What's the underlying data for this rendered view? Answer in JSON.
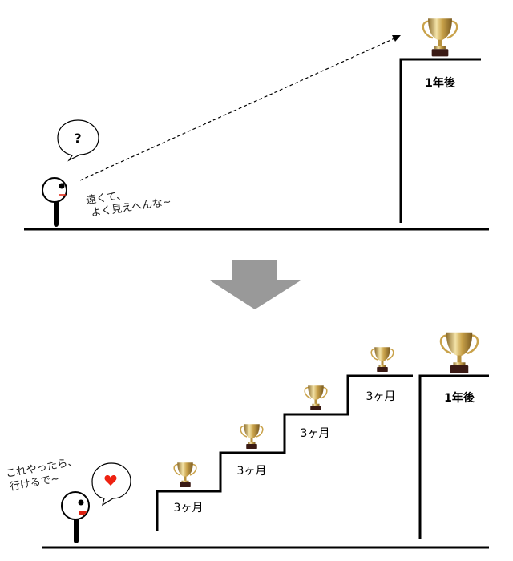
{
  "top_scene": {
    "goal_label": "1年後",
    "speech_line1": "遠くて、",
    "speech_line2": "よく見えへんな~",
    "bubble_symbol": "?"
  },
  "bottom_scene": {
    "step_labels": [
      "3ヶ月",
      "3ヶ月",
      "3ヶ月",
      "3ヶ月"
    ],
    "goal_label": "1年後",
    "speech_line1": "これやったら、",
    "speech_line2": "行けるで~"
  },
  "icons": {
    "trophy": "trophy-icon",
    "heart": "heart-icon",
    "arrow": "down-arrow-icon"
  },
  "colors": {
    "line": "#000000",
    "arrow": "#999999",
    "heart": "#ee2211",
    "mouth": "#dd2211",
    "trophy_gold": "#c9a24a",
    "trophy_base": "#3a1a14"
  }
}
